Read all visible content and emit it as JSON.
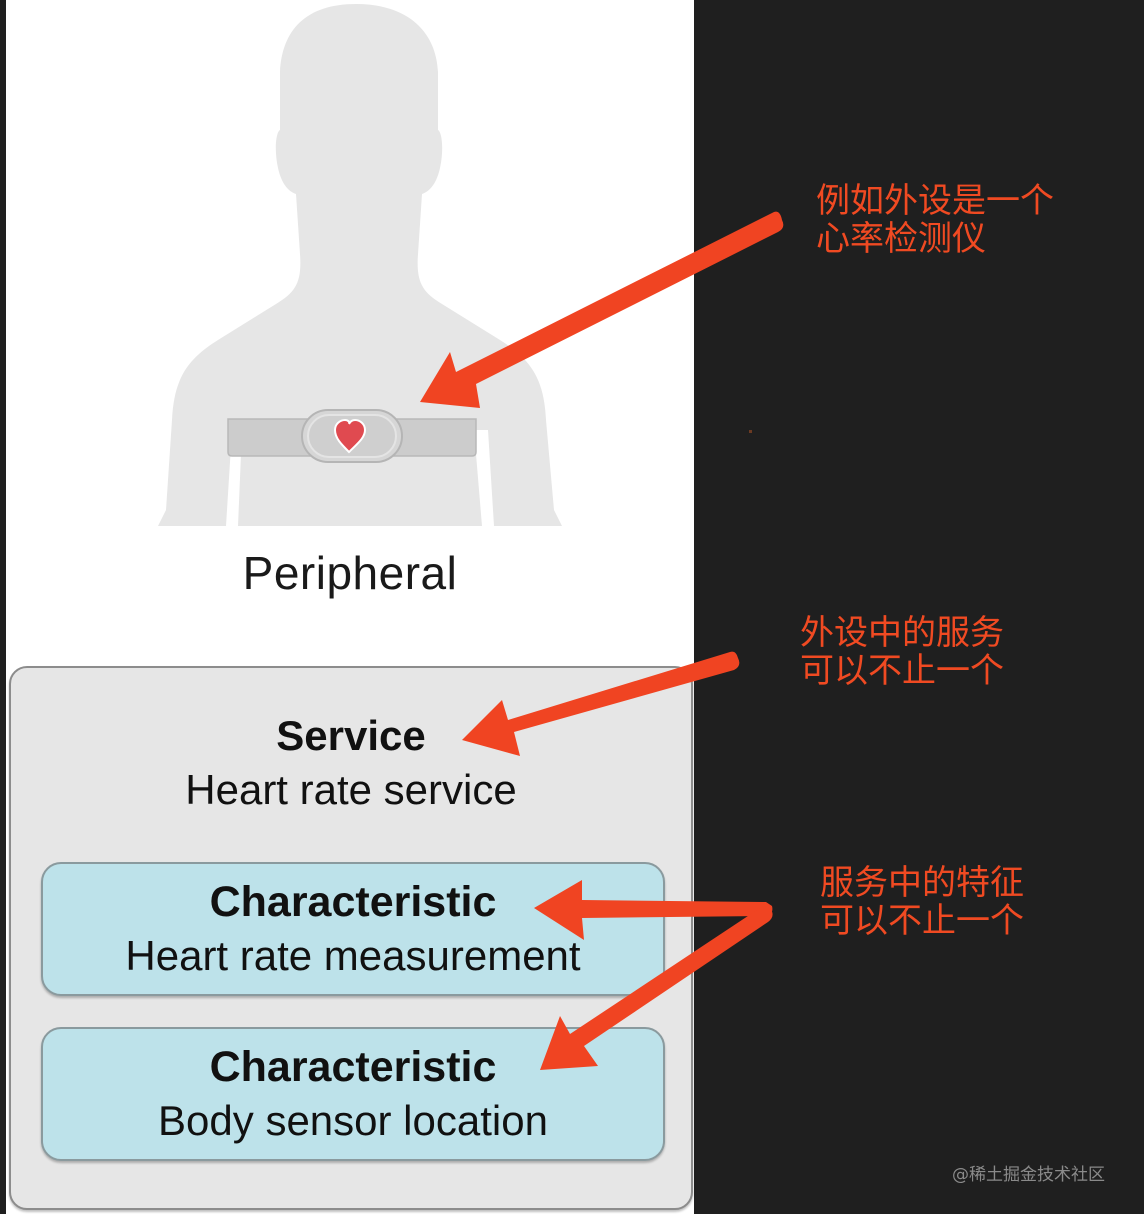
{
  "figure": {
    "peripheral_label": "Peripheral",
    "service": {
      "title": "Service",
      "name": "Heart rate service"
    },
    "characteristics": [
      {
        "title": "Characteristic",
        "name": "Heart rate measurement"
      },
      {
        "title": "Characteristic",
        "name": "Body sensor location"
      }
    ],
    "icons": {
      "silhouette": "person-silhouette-icon",
      "heart": "heart-icon",
      "strap": "chest-strap-icon"
    }
  },
  "annotations": [
    {
      "lines": [
        "例如外设是一个",
        "心率检测仪"
      ]
    },
    {
      "lines": [
        "外设中的服务",
        "可以不止一个"
      ]
    },
    {
      "lines": [
        "服务中的特征",
        "可以不止一个"
      ]
    }
  ],
  "watermark": "@稀土掘金技术社区",
  "colors": {
    "annotation": "#f04a22",
    "background_dark": "#1f1f1f",
    "silhouette": "#e6e6e6",
    "service_box": "#e6e6e6",
    "characteristic_box": "#bde2ea",
    "heart": "#e04a50"
  }
}
